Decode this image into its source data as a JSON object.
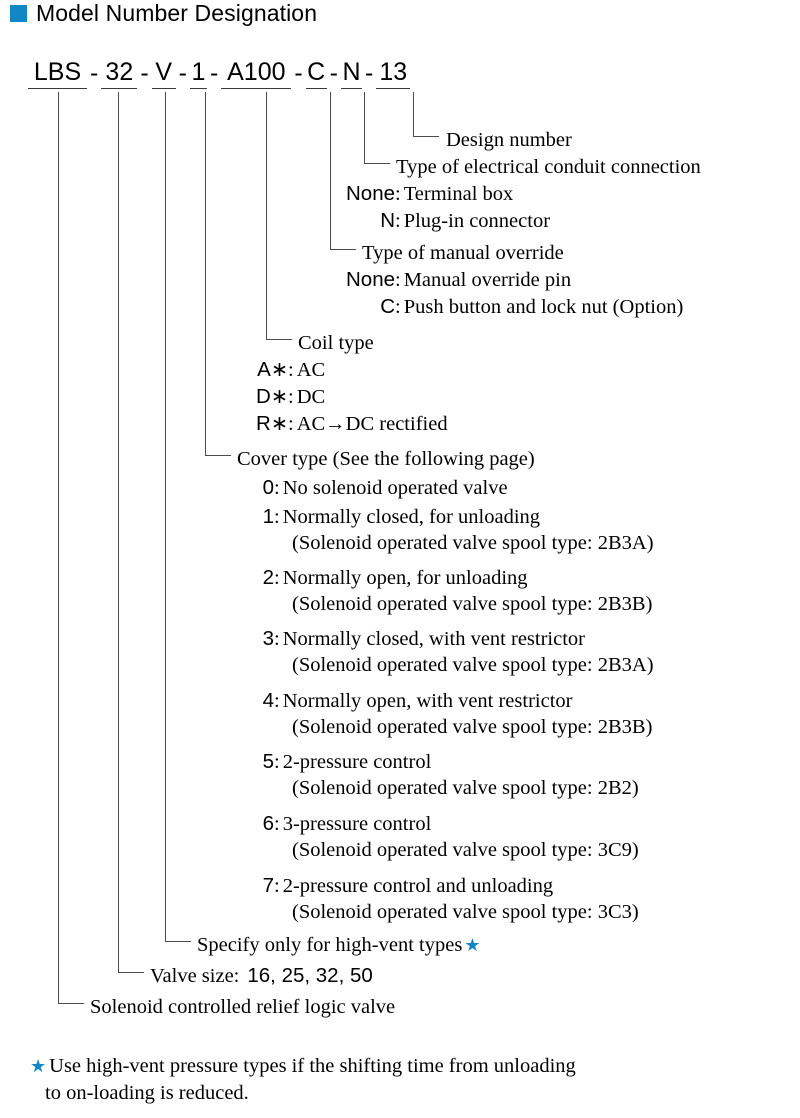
{
  "header": {
    "bullet_color": "#1287c4",
    "title": "Model Number Designation"
  },
  "model_code": {
    "segments": [
      "LBS",
      "32",
      "V",
      "1",
      "A100",
      "C",
      "N",
      "13"
    ],
    "separator": "-",
    "full": "LBS - 32 - V - 1 - A100 - C - N - 13"
  },
  "callouts": {
    "design_number": "Design number",
    "conduit": {
      "title": "Type of electrical conduit connection",
      "options": [
        {
          "key": "None",
          "value": "Terminal box"
        },
        {
          "key": "N",
          "value": "Plug-in connector"
        }
      ]
    },
    "manual_override": {
      "title": "Type of manual override",
      "options": [
        {
          "key": "None",
          "value": "Manual override pin"
        },
        {
          "key": "C",
          "value": "Push button and lock nut (Option)"
        }
      ]
    },
    "coil_type": {
      "title": "Coil type",
      "options": [
        {
          "key": "A∗",
          "value": "AC"
        },
        {
          "key": "D∗",
          "value": "DC"
        },
        {
          "key": "R∗",
          "value": "AC→DC rectified"
        }
      ]
    },
    "cover_type": {
      "title": "Cover type (See the following page)",
      "options": [
        {
          "key": "0",
          "value": "No solenoid operated valve",
          "note": ""
        },
        {
          "key": "1",
          "value": "Normally closed, for unloading",
          "note": "(Solenoid operated valve spool type:  2B3A)"
        },
        {
          "key": "2",
          "value": "Normally open, for unloading",
          "note": "(Solenoid operated valve spool type:  2B3B)"
        },
        {
          "key": "3",
          "value": "Normally closed, with vent restrictor",
          "note": "(Solenoid operated valve spool type:  2B3A)"
        },
        {
          "key": "4",
          "value": "Normally open, with vent restrictor",
          "note": "(Solenoid operated valve spool type:  2B3B)"
        },
        {
          "key": "5",
          "value": "2-pressure control",
          "note": "(Solenoid operated valve spool type:  2B2)"
        },
        {
          "key": "6",
          "value": "3-pressure control",
          "note": "(Solenoid operated valve spool type:  3C9)"
        },
        {
          "key": "7",
          "value": "2-pressure control and unloading",
          "note": "(Solenoid operated valve spool type:  3C3)"
        }
      ]
    },
    "high_vent": {
      "text": "Specify only for high-vent types",
      "star": "★"
    },
    "valve_size": {
      "label": "Valve size:",
      "values": "16, 25, 32, 50"
    },
    "series": "Solenoid controlled relief logic valve"
  },
  "footnote": {
    "star": "★",
    "line1": "Use high-vent pressure types if the shifting time from unloading",
    "line2": "to on-loading is reduced."
  }
}
